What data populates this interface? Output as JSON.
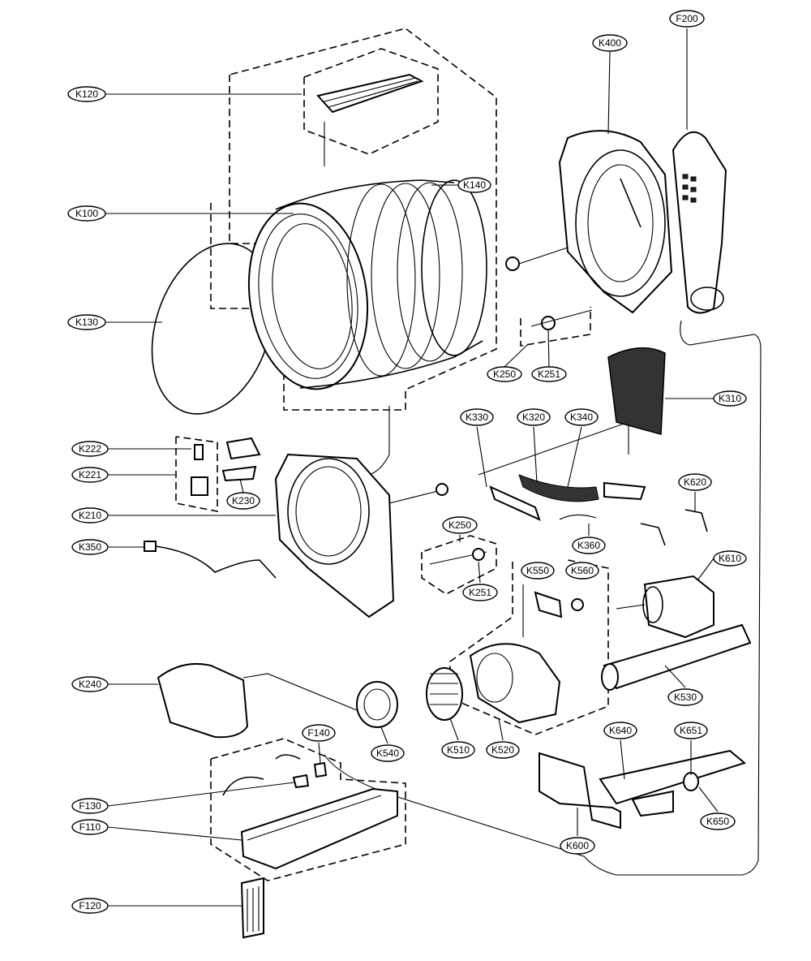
{
  "diagram": {
    "labels": [
      {
        "id": "K120",
        "text": "K120"
      },
      {
        "id": "K100",
        "text": "K100"
      },
      {
        "id": "K130",
        "text": "K130"
      },
      {
        "id": "K140",
        "text": "K140"
      },
      {
        "id": "K400",
        "text": "K400"
      },
      {
        "id": "F200",
        "text": "F200"
      },
      {
        "id": "K250a",
        "text": "K250"
      },
      {
        "id": "K251a",
        "text": "K251"
      },
      {
        "id": "K310",
        "text": "K310"
      },
      {
        "id": "K330",
        "text": "K330"
      },
      {
        "id": "K320",
        "text": "K320"
      },
      {
        "id": "K340",
        "text": "K340"
      },
      {
        "id": "K222",
        "text": "K222"
      },
      {
        "id": "K221",
        "text": "K221"
      },
      {
        "id": "K230",
        "text": "K230"
      },
      {
        "id": "K210",
        "text": "K210"
      },
      {
        "id": "K250b",
        "text": "K250"
      },
      {
        "id": "K251b",
        "text": "K251"
      },
      {
        "id": "K350",
        "text": "K350"
      },
      {
        "id": "K360",
        "text": "K360"
      },
      {
        "id": "K620",
        "text": "K620"
      },
      {
        "id": "K610",
        "text": "K610"
      },
      {
        "id": "K550",
        "text": "K550"
      },
      {
        "id": "K560",
        "text": "K560"
      },
      {
        "id": "K240",
        "text": "K240"
      },
      {
        "id": "K530",
        "text": "K530"
      },
      {
        "id": "K540",
        "text": "K540"
      },
      {
        "id": "K510",
        "text": "K510"
      },
      {
        "id": "K520",
        "text": "K520"
      },
      {
        "id": "F140",
        "text": "F140"
      },
      {
        "id": "K640",
        "text": "K640"
      },
      {
        "id": "K651",
        "text": "K651"
      },
      {
        "id": "F130",
        "text": "F130"
      },
      {
        "id": "F110",
        "text": "F110"
      },
      {
        "id": "K650",
        "text": "K650"
      },
      {
        "id": "K600",
        "text": "K600"
      },
      {
        "id": "F120",
        "text": "F120"
      }
    ]
  }
}
